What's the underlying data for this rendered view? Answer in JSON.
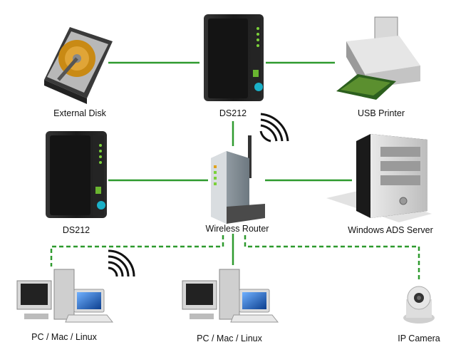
{
  "diagram": {
    "nodes": {
      "external_disk": {
        "label": "External Disk",
        "icon": "hard-disk-icon"
      },
      "ds212_top": {
        "label": "DS212",
        "icon": "nas-icon"
      },
      "usb_printer": {
        "label": "USB Printer",
        "icon": "printer-icon"
      },
      "ds212_left": {
        "label": "DS212",
        "icon": "nas-icon"
      },
      "wireless_router": {
        "label": "Wireless Router",
        "icon": "router-icon"
      },
      "windows_ads_server": {
        "label": "Windows ADS Server",
        "icon": "server-tower-icon"
      },
      "pc_wireless": {
        "label": "PC / Mac / Linux",
        "icon": "computers-icon"
      },
      "pc_wired": {
        "label": "PC / Mac / Linux",
        "icon": "computers-icon"
      },
      "ip_camera": {
        "label": "IP Camera",
        "icon": "ip-camera-icon"
      }
    },
    "colors": {
      "wired_link": "#2e9a2e",
      "wireless_link": "#2e9a2e",
      "nas_body": "#1d1d1d",
      "nas_led": "#7bd13a"
    }
  }
}
